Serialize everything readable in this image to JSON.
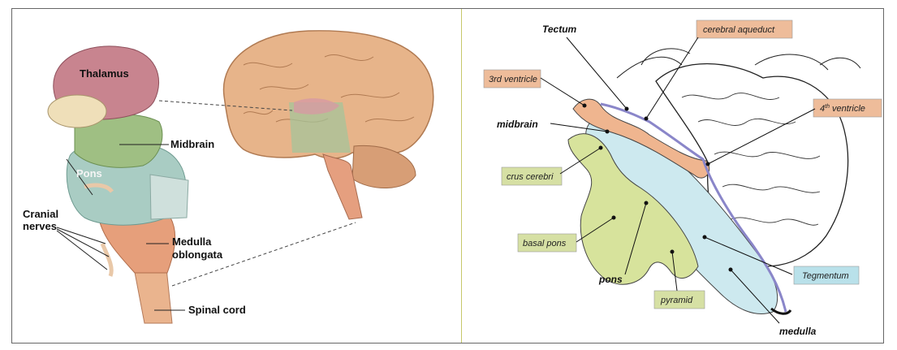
{
  "left_panel": {
    "labels": {
      "thalamus": "Thalamus",
      "midbrain": "Midbrain",
      "pons": "Pons",
      "cranial_nerves_line1": "Cranial",
      "cranial_nerves_line2": "nerves",
      "medulla_line1": "Medulla",
      "medulla_line2": "oblongata",
      "spinal_cord": "Spinal cord"
    }
  },
  "right_panel": {
    "labels": {
      "tectum": "Tectum",
      "cerebral_aqueduct": "cerebral aqueduct",
      "third_ventricle": "3rd ventricle",
      "fourth_ventricle_num": "4",
      "fourth_ventricle_sup": "th",
      "fourth_ventricle_word": "ventricle",
      "midbrain": "midbrain",
      "crus_cerebri": "crus cerebri",
      "basal_pons": "basal pons",
      "pons": "pons",
      "pyramid": "pyramid",
      "tegmentum": "Tegmentum",
      "medulla": "medulla"
    },
    "colors": {
      "ventricle_label_bg": "#eebc9a",
      "green_label_bg": "#d6e0a4",
      "blue_label_bg": "#b9e1ea",
      "green_region": "#d7e39c",
      "blue_region": "#cde9ef",
      "orange_region": "#efb58f",
      "purple_line": "#8a86c9"
    }
  }
}
